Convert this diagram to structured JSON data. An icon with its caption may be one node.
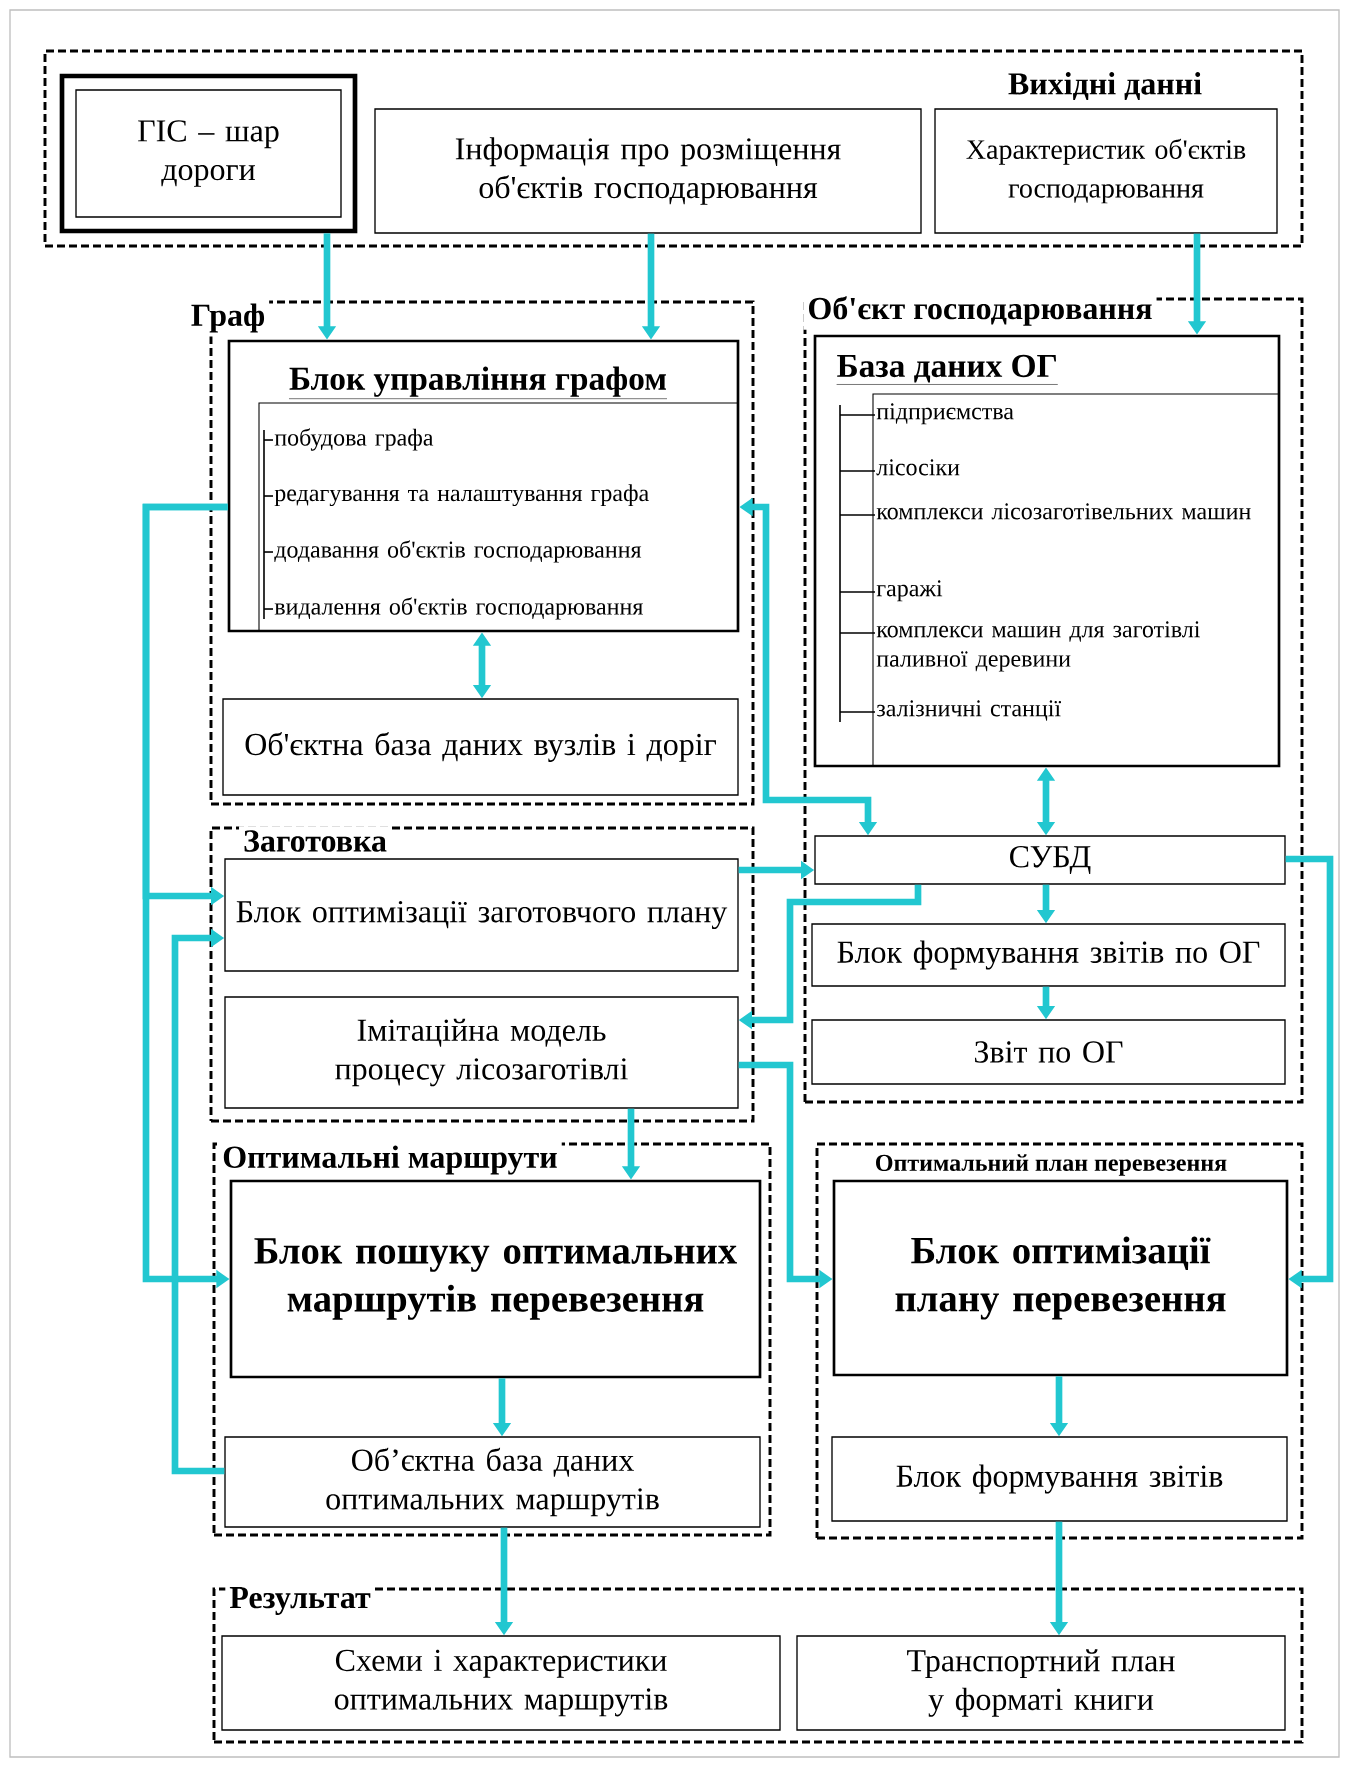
{
  "diagram": {
    "nodes": [
      {
        "text": [
          "Вихідні данні"
        ]
      },
      {
        "text": [
          "ГІС – шар дороги"
        ],
        "in": 0
      },
      {
        "text": [
          "Інформація про розміщення об'єктів господарювання"
        ],
        "in": 0
      },
      {
        "text": [
          "Характеристик об'єктів господарювання"
        ],
        "in": 0
      },
      {
        "text": [
          "Граф"
        ]
      },
      {
        "text": [
          "Блок управління графом",
          "побудова графа",
          "редагування та налаштування графа",
          "додавання об'єктів господарювання",
          "видалення об'єктів господарювання"
        ],
        "in": 4
      },
      {
        "text": [
          "Об'єктна база даних вузлів і доріг"
        ],
        "in": 4
      },
      {
        "text": [
          "Об'єкт господарювання"
        ]
      },
      {
        "text": [
          "База даних ОГ",
          "підприємства",
          "лісосіки",
          "комплекси лісозаготівельних машин",
          "гаражі",
          "комплекси машин для заготівлі паливної деревини",
          "залізничні станції"
        ],
        "in": 7
      },
      {
        "text": [
          "СУБД"
        ],
        "in": 7
      },
      {
        "text": [
          "Блок формування звітів по ОГ"
        ],
        "in": 7
      },
      {
        "text": [
          "Звіт по ОГ"
        ],
        "in": 7
      },
      {
        "text": [
          "Заготовка"
        ]
      },
      {
        "text": [
          "Блок оптимізації заготовчого плану"
        ],
        "in": 12
      },
      {
        "text": [
          "Імітаційна модель процесу лісозаготівлі"
        ],
        "in": 12
      },
      {
        "text": [
          "Оптимальні маршрути"
        ]
      },
      {
        "text": [
          "Блок пошуку оптимальних маршрутів перевезення"
        ],
        "in": 15
      },
      {
        "text": [
          "Об’єктна база даних оптимальних маршрутів"
        ],
        "in": 15
      },
      {
        "text": [
          "Оптимальний план перевезення"
        ]
      },
      {
        "text": [
          "Блок оптимізації плану перевезення"
        ],
        "in": 18
      },
      {
        "text": [
          "Блок формування звітів"
        ],
        "in": 18
      },
      {
        "text": [
          "Результат"
        ]
      },
      {
        "text": [
          "Схеми і характеристики оптимальних маршрутів"
        ],
        "in": 21
      },
      {
        "text": [
          "Транспортний план у форматі книги"
        ],
        "in": 21
      }
    ],
    "edges": [
      {
        "from": 1,
        "to": 5,
        "arrow": "to"
      },
      {
        "from": 2,
        "to": 5,
        "arrow": "to"
      },
      {
        "from": 3,
        "to": 8,
        "arrow": "to"
      },
      {
        "from": 5,
        "to": 6,
        "arrow": "both"
      },
      {
        "from": 8,
        "to": 9,
        "arrow": "both"
      },
      {
        "from": 9,
        "to": 10,
        "arrow": "to"
      },
      {
        "from": 10,
        "to": 11,
        "arrow": "to"
      },
      {
        "from": 5,
        "to": 9,
        "arrow": "both"
      },
      {
        "from": 5,
        "to": 13,
        "arrow": "to"
      },
      {
        "from": 5,
        "to": 16,
        "arrow": "to"
      },
      {
        "from": 17,
        "to": 13,
        "arrow": "to"
      },
      {
        "from": 13,
        "to": 9,
        "arrow": "to"
      },
      {
        "from": 9,
        "to": 14,
        "arrow": "to"
      },
      {
        "from": 14,
        "to": 19,
        "arrow": "to"
      },
      {
        "from": 14,
        "to": 16,
        "arrow": "to"
      },
      {
        "from": 9,
        "to": 19,
        "arrow": "to"
      },
      {
        "from": 16,
        "to": 17,
        "arrow": "to"
      },
      {
        "from": 19,
        "to": 20,
        "arrow": "to"
      },
      {
        "from": 17,
        "to": 22,
        "arrow": "to"
      },
      {
        "from": 20,
        "to": 23,
        "arrow": "to"
      }
    ]
  }
}
